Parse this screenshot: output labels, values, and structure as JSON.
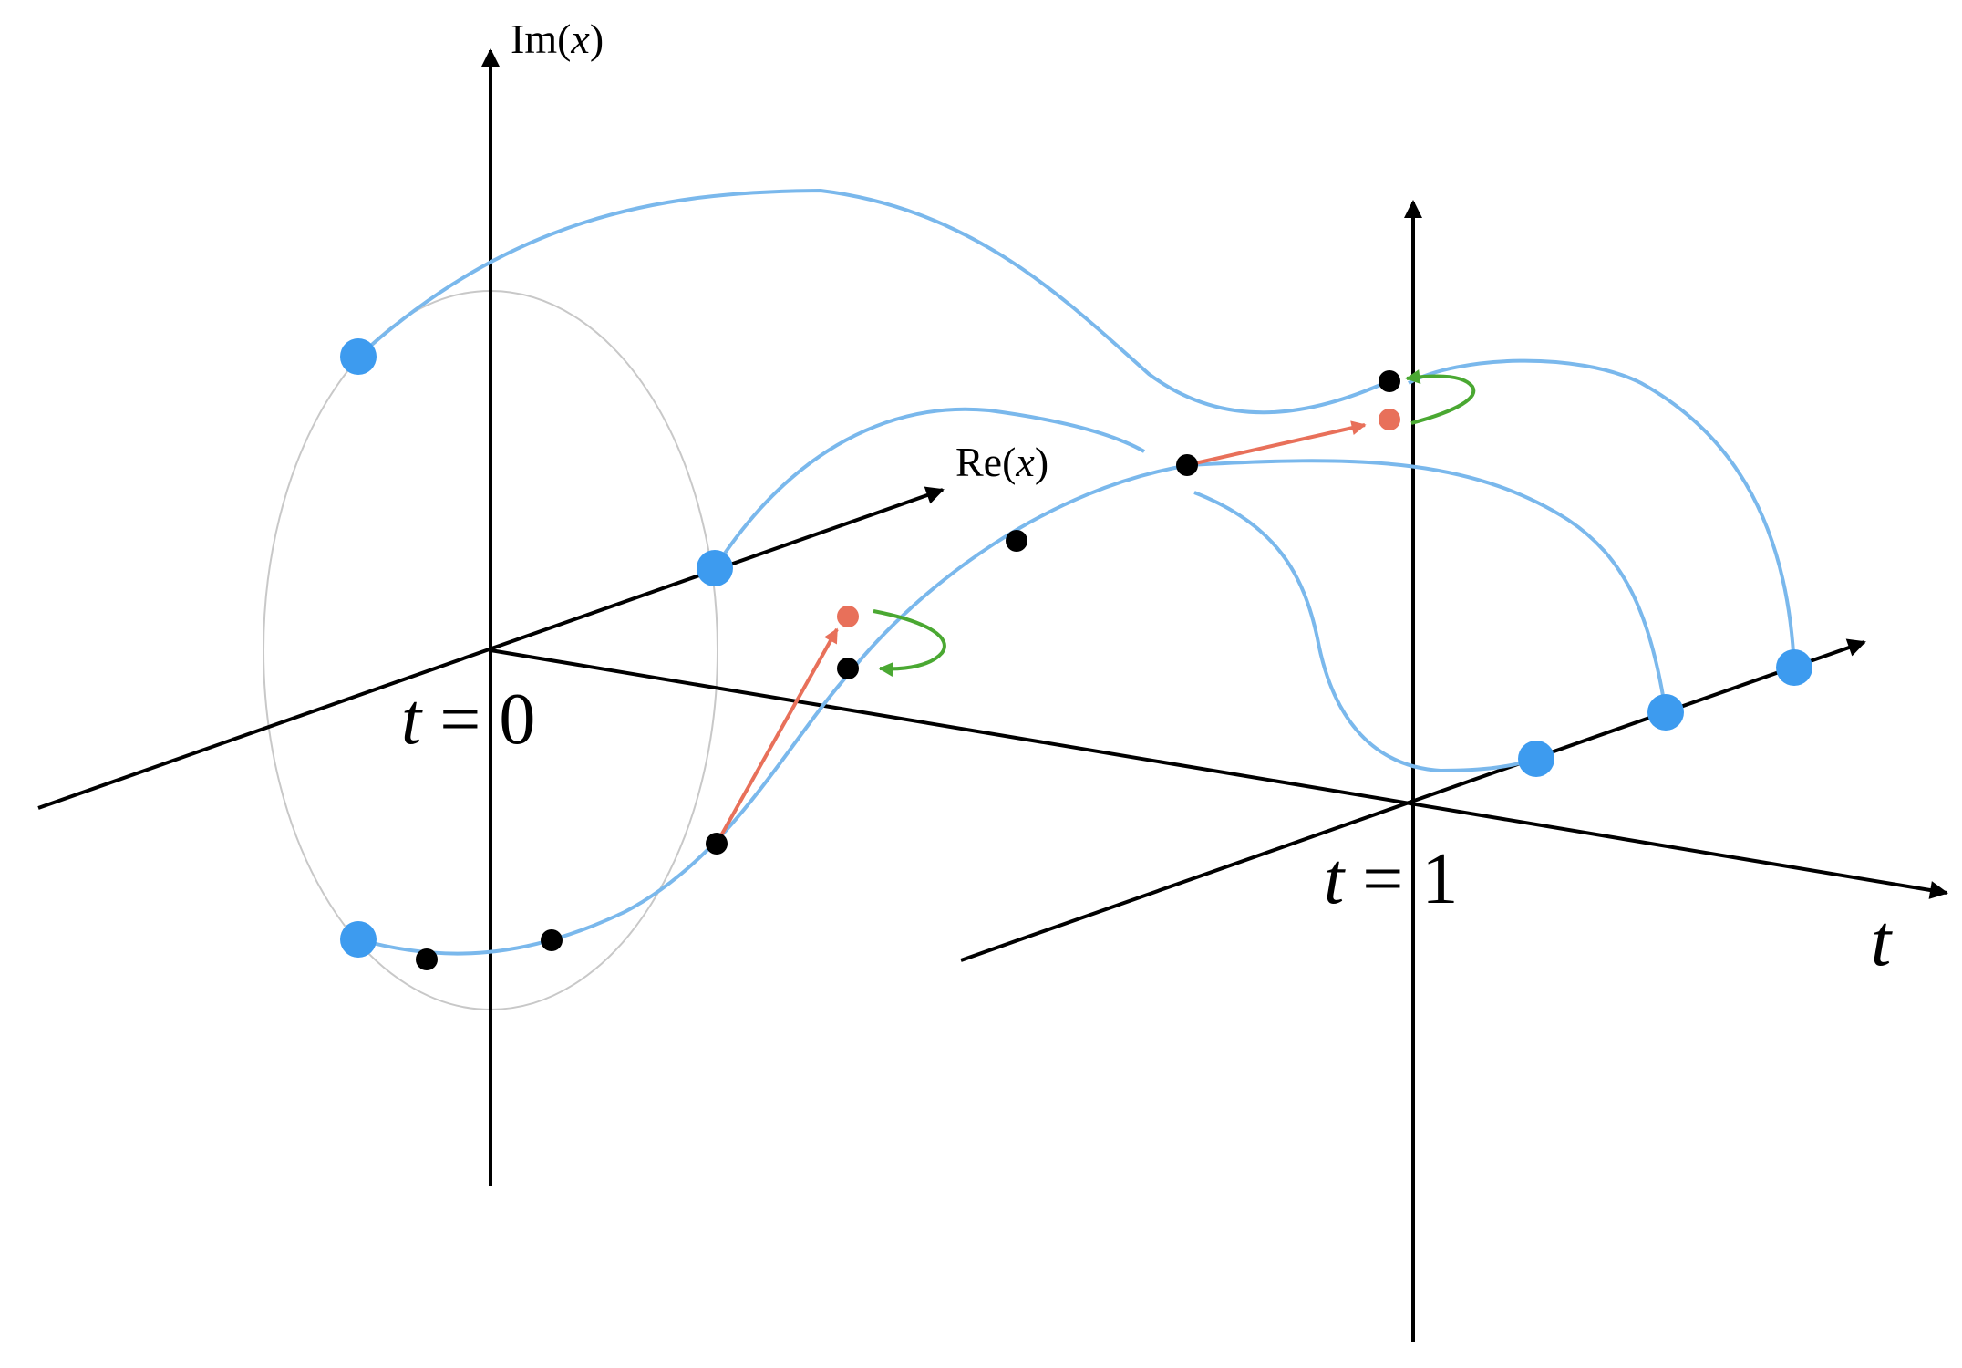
{
  "labels": {
    "im_axis_prefix": "Im(",
    "im_axis_var": "x",
    "im_axis_suffix": ")",
    "re_axis_prefix": "Re(",
    "re_axis_var": "x",
    "re_axis_suffix": ")",
    "t0_var": "t",
    "t0_rest": " = 0",
    "t1_var": "t",
    "t1_rest": " = 1",
    "t_axis": "t"
  },
  "colors": {
    "axis": "#000000",
    "path": "#7ab8ec",
    "root": "#3d9bef",
    "step_point": "#000000",
    "predictor": "#e8705a",
    "corrector": "#4aa832",
    "circle": "#c8c8c8"
  }
}
